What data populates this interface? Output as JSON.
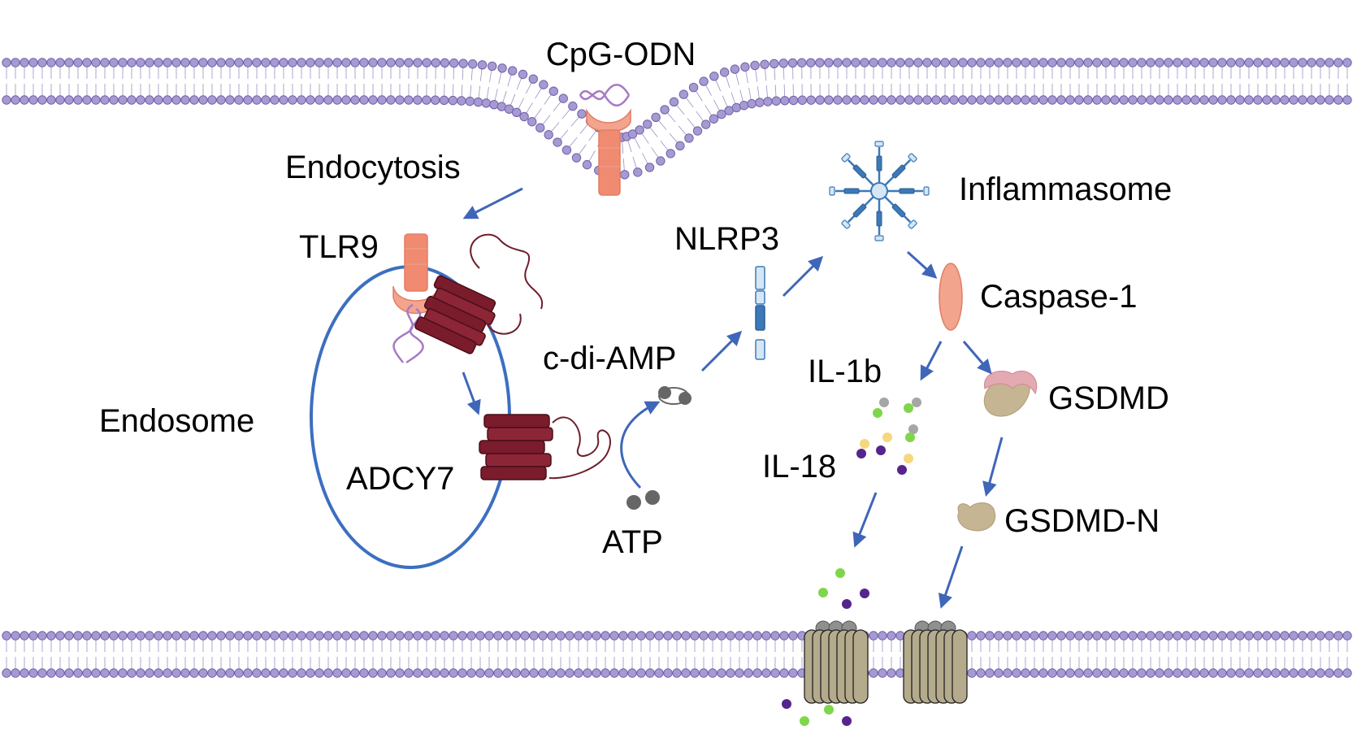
{
  "labels": {
    "cpg_odn": "CpG-ODN",
    "endocytosis": "Endocytosis",
    "tlr9": "TLR9",
    "endosome": "Endosome",
    "adcy7": "ADCY7",
    "c_di_amp": "c-di-AMP",
    "atp": "ATP",
    "nlrp3": "NLRP3",
    "inflammasome": "Inflammasome",
    "caspase1": "Caspase-1",
    "il1b": "IL-1b",
    "il18": "IL-18",
    "gsdmd": "GSDMD",
    "gsdmd_n": "GSDMD-N"
  },
  "colors": {
    "membrane_head": "#a79ad3",
    "membrane_stroke": "#6f62a8",
    "arrow": "#3f66b8",
    "endosome": "#3c6fc0",
    "receptor": "#f08a70",
    "adcy7": "#7a1c2c",
    "inflammasome": "#3c79b8",
    "caspase": "#f3a48d",
    "gsdmd_top": "#e3aab2",
    "gsdmd_n": "#c5b592",
    "pore": "#b4aa8c",
    "dna": "#a779c5",
    "cytokine_green": "#7fd64a",
    "cytokine_purple": "#55248c",
    "cytokine_yellow": "#f6d77e",
    "cytokine_gray": "#a6a6a6",
    "nucleotide_gray": "#666666"
  },
  "icons": {
    "membranes": "phospholipid-bilayer",
    "receptor": "tlr9-receptor",
    "dna": "cpg-dna-helix",
    "cyclase": "adcy7-transmembrane-helices",
    "complex": "inflammasome-star",
    "protease": "caspase-oval",
    "pore": "gasdermin-pore"
  }
}
